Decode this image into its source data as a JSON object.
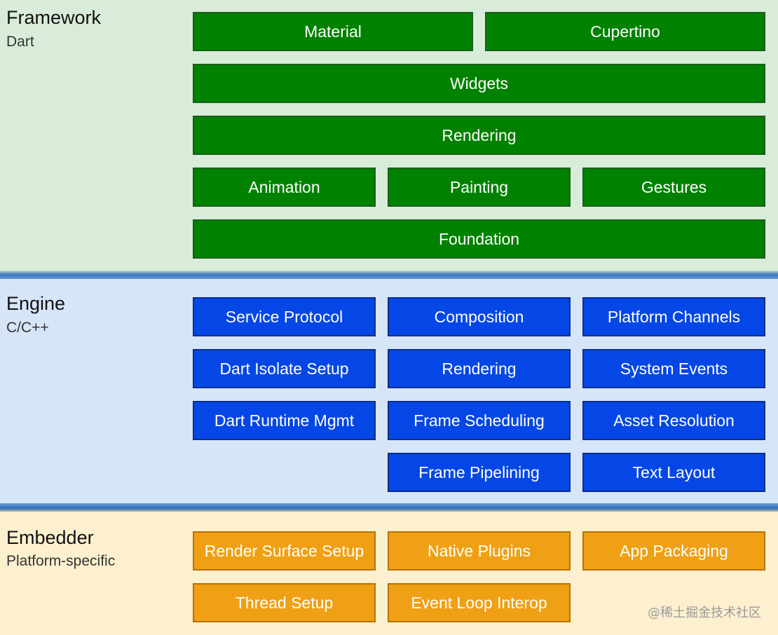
{
  "framework": {
    "title": "Framework",
    "subtitle": "Dart",
    "blocks": [
      "Material",
      "Cupertino",
      "Widgets",
      "Rendering",
      "Animation",
      "Painting",
      "Gestures",
      "Foundation"
    ]
  },
  "engine": {
    "title": "Engine",
    "subtitle": "C/C++",
    "blocks": [
      "Service Protocol",
      "Composition",
      "Platform Channels",
      "Dart Isolate Setup",
      "Rendering",
      "System Events",
      "Dart Runtime Mgmt",
      "Frame Scheduling",
      "Asset Resolution",
      "Frame Pipelining",
      "Text Layout"
    ]
  },
  "embedder": {
    "title": "Embedder",
    "subtitle": "Platform-specific",
    "blocks": [
      "Render Surface Setup",
      "Native Plugins",
      "App Packaging",
      "Thread Setup",
      "Event Loop Interop"
    ]
  },
  "watermark": "@稀土掘金技术社区",
  "colors": {
    "framework_bg": "#d9ecd9",
    "framework_block": "#008200",
    "engine_bg": "#d7e5f8",
    "engine_block": "#0547e6",
    "embedder_bg": "#fdf0cf",
    "embedder_block": "#f0a014"
  }
}
